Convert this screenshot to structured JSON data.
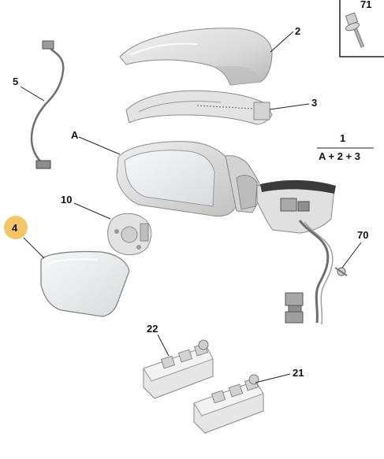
{
  "callouts": {
    "c71": "71",
    "c2": "2",
    "c3": "3",
    "c5": "5",
    "cA": "A",
    "c1": "1",
    "formula": "A + 2 + 3",
    "c10": "10",
    "c4": "4",
    "c70": "70",
    "c22": "22",
    "c21": "21"
  },
  "colors": {
    "highlight": "#f5c56a",
    "part_fill": "#e6e6e6",
    "part_shade": "#c9c9c9",
    "glass": "#eef0f2",
    "dark_trim": "#3a3a3a",
    "line": "#222222"
  }
}
